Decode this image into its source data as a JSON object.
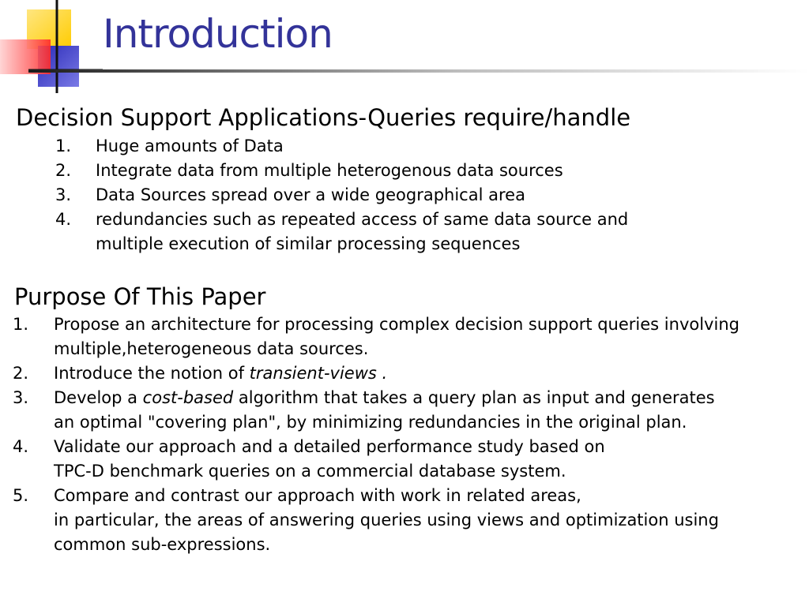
{
  "title": "Introduction",
  "colors": {
    "title": "#333399",
    "logo_yellow": "#ffcc00",
    "logo_red": "#ff3333",
    "logo_blue": "#3333cc"
  },
  "section1": {
    "heading": "Decision Support Applications-Queries require/handle",
    "items": [
      {
        "num": "1.",
        "lines": [
          "Huge amounts of Data"
        ]
      },
      {
        "num": "2.",
        "lines": [
          "Integrate data from multiple heterogenous data sources"
        ]
      },
      {
        "num": "3.",
        "lines": [
          "Data Sources spread over a wide geographical area"
        ]
      },
      {
        "num": "4.",
        "lines": [
          "redundancies such as repeated access of same data source and",
          "multiple execution of similar processing sequences"
        ]
      }
    ]
  },
  "section2": {
    "heading": "Purpose Of This Paper",
    "items": [
      {
        "num": "1.",
        "line1": "Propose an architecture for processing complex decision support queries involving",
        "line2": "multiple,heterogeneous data sources."
      },
      {
        "num": "2.",
        "pre": "Introduce the notion of ",
        "em": "transient-views ."
      },
      {
        "num": "3.",
        "pre": "Develop a ",
        "em": "cost-based",
        "post": " algorithm that takes a query plan as input and generates",
        "line2": "an optimal \"covering plan\", by minimizing redundancies in the original plan."
      },
      {
        "num": "4.",
        "line1": "Validate our approach and a detailed performance study based on",
        "line2": "TPC-D benchmark queries on a commercial database system."
      },
      {
        "num": "5.",
        "line1": "Compare and contrast our approach with work in related areas,",
        "line2": "in particular, the areas of answering queries using views and optimization using",
        "line3": "common sub-expressions."
      }
    ]
  }
}
